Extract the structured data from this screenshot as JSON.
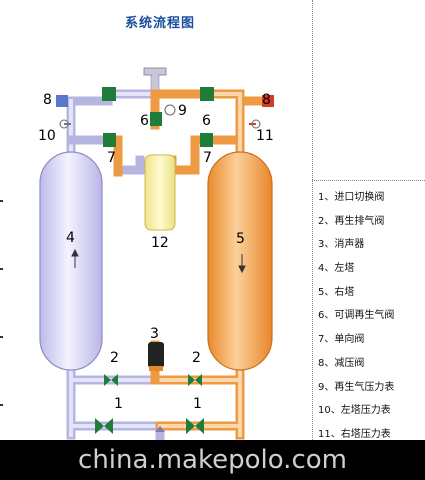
{
  "title": "系统流程图",
  "labels": {
    "inlet_valve": "1",
    "exhaust_valve": "2",
    "muffler": "3",
    "left_tower": "4",
    "right_tower": "5",
    "regen_valve": "6",
    "check_valve": "7",
    "pressure_reducing_valve": "8",
    "regen_gauge": "9",
    "left_gauge": "10",
    "right_gauge": "11",
    "muffler_body": "12"
  },
  "legend": [
    "1、进口切换阀",
    "2、再生排气阀",
    "3、消声器",
    "4、左塔",
    "5、右塔",
    "6、可调再生气阀",
    "7、单向阀",
    "8、减压阀",
    "9、再生气压力表",
    "10、左塔压力表",
    "11、右塔压力表"
  ],
  "watermark": "china.makepolo.com",
  "colors": {
    "left_pipe": "#c9c8ec",
    "right_pipe": "#f2a24a",
    "valve_green": "#1e7d3a",
    "left_tower": "#d8d6f5",
    "right_tower": "#ef9a3e",
    "muffler": "#f6f0a6",
    "red_valve": "#d83a28",
    "blue_valve": "#5b78c8",
    "title": "#1a4f9e"
  }
}
